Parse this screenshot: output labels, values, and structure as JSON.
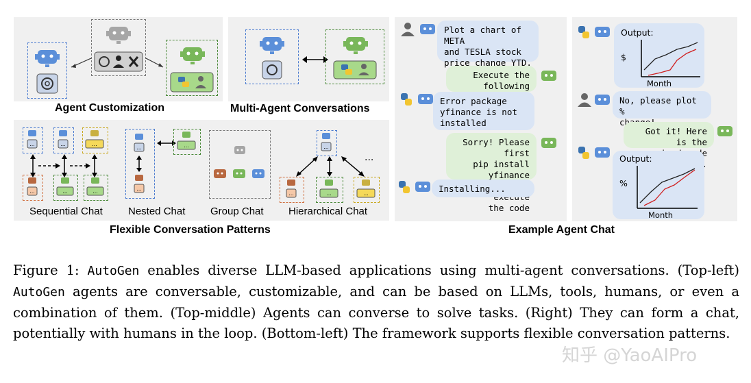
{
  "panels": {
    "agent_customization": "Agent Customization",
    "multi_agent_conversations": "Multi-Agent Conversations",
    "flexible_patterns": "Flexible Conversation Patterns",
    "example_chat": "Example Agent Chat"
  },
  "patterns": {
    "sequential": "Sequential Chat",
    "nested": "Nested Chat",
    "group": "Group Chat",
    "hierarchical": "Hierarchical Chat",
    "ellipsis": "...",
    "more": "..."
  },
  "chat_left": {
    "m1": "Plot a chart of META\nand TESLA stock\nprice change YTD.",
    "m2": "Execute the\nfollowing code...",
    "m3": "Error package\nyfinance is not\ninstalled",
    "m4": "Sorry! Please first\npip install yfinance\nand then execute\nthe code",
    "m5": "Installing..."
  },
  "chat_right": {
    "output1_title": "Output:",
    "output1_ylabel": "$",
    "output1_xlabel": "Month",
    "m6": "No, please plot %\nchange!",
    "m7": "Got it! Here is the\nrevised code ...",
    "output2_title": "Output:",
    "output2_ylabel": "%",
    "output2_xlabel": "Month"
  },
  "caption": {
    "label": "Figure 1:",
    "autogen1": "AutoGen",
    "p1": " enables diverse LLM-based applications using multi-agent conversations. (Top-left) ",
    "autogen2": "AutoGen",
    "p2": " agents are conversable, customizable, and can be based on LLMs, tools, humans, or even a combination of them. (Top-middle) Agents can converse to solve tasks. (Right) They can form a chat, potentially with humans in the loop.  (Bottom-left) The framework supports flexible conversation patterns."
  },
  "watermark": "知乎 @YaoAIPro",
  "colors": {
    "panel_bg": "#f0f0f0",
    "blue_dash": "#4a7bd0",
    "green_dash": "#4b8a3a",
    "gray_dash": "#777777",
    "orange_dash": "#d07040",
    "yellow_dash": "#c9a820",
    "bubble_blue": "#dae5f5",
    "bubble_green": "#dff0d8"
  }
}
